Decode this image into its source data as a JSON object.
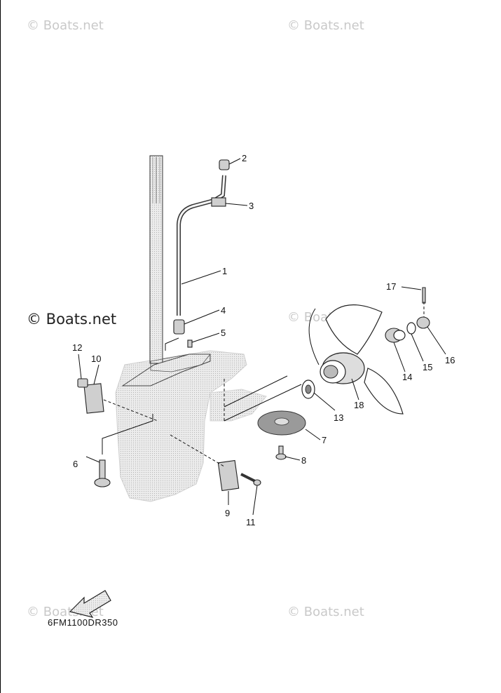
{
  "watermarks": {
    "top_left": "© Boats.net",
    "top_right": "© Boats.net",
    "middle_left": "© Boats.net",
    "middle_right": "© Boats.net",
    "bottom_left": "© Boats.net",
    "bottom_right": "© Boats.net"
  },
  "diagram_code": "6FM1100DR350",
  "callouts": [
    "1",
    "2",
    "3",
    "4",
    "5",
    "6",
    "7",
    "8",
    "9",
    "10",
    "11",
    "12",
    "13",
    "14",
    "15",
    "16",
    "17",
    "18"
  ],
  "colors": {
    "line": "#111111",
    "housing_fill": "#e2e2e2",
    "watermark": "#c9c9c9"
  }
}
